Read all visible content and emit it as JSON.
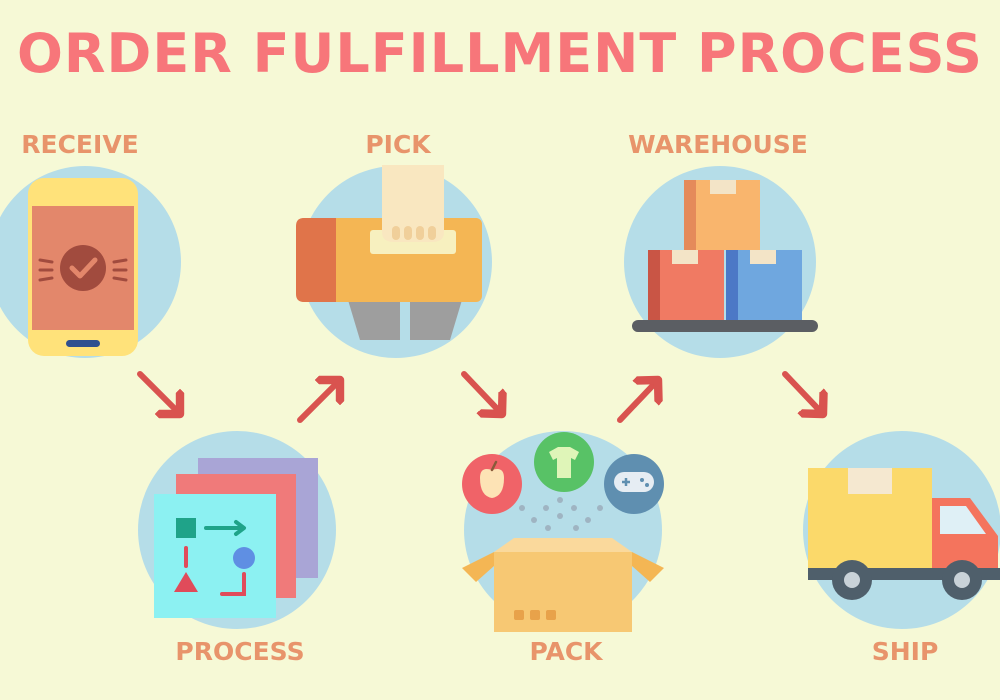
{
  "title": "ORDER FULFILLMENT PROCESS",
  "steps": [
    {
      "label": "RECEIVE",
      "icon": "smartphone-check-icon"
    },
    {
      "label": "PROCESS",
      "icon": "flowchart-documents-icon"
    },
    {
      "label": "PICK",
      "icon": "hand-carrying-box-icon"
    },
    {
      "label": "PACK",
      "icon": "open-box-items-icon"
    },
    {
      "label": "WAREHOUSE",
      "icon": "stacked-boxes-pallet-icon"
    },
    {
      "label": "SHIP",
      "icon": "delivery-truck-icon"
    }
  ],
  "colors": {
    "background": "#f6f9d6",
    "title": "#f7767a",
    "label": "#e8946b",
    "circle": "#b5dde8",
    "arrow": "#d9534f"
  }
}
